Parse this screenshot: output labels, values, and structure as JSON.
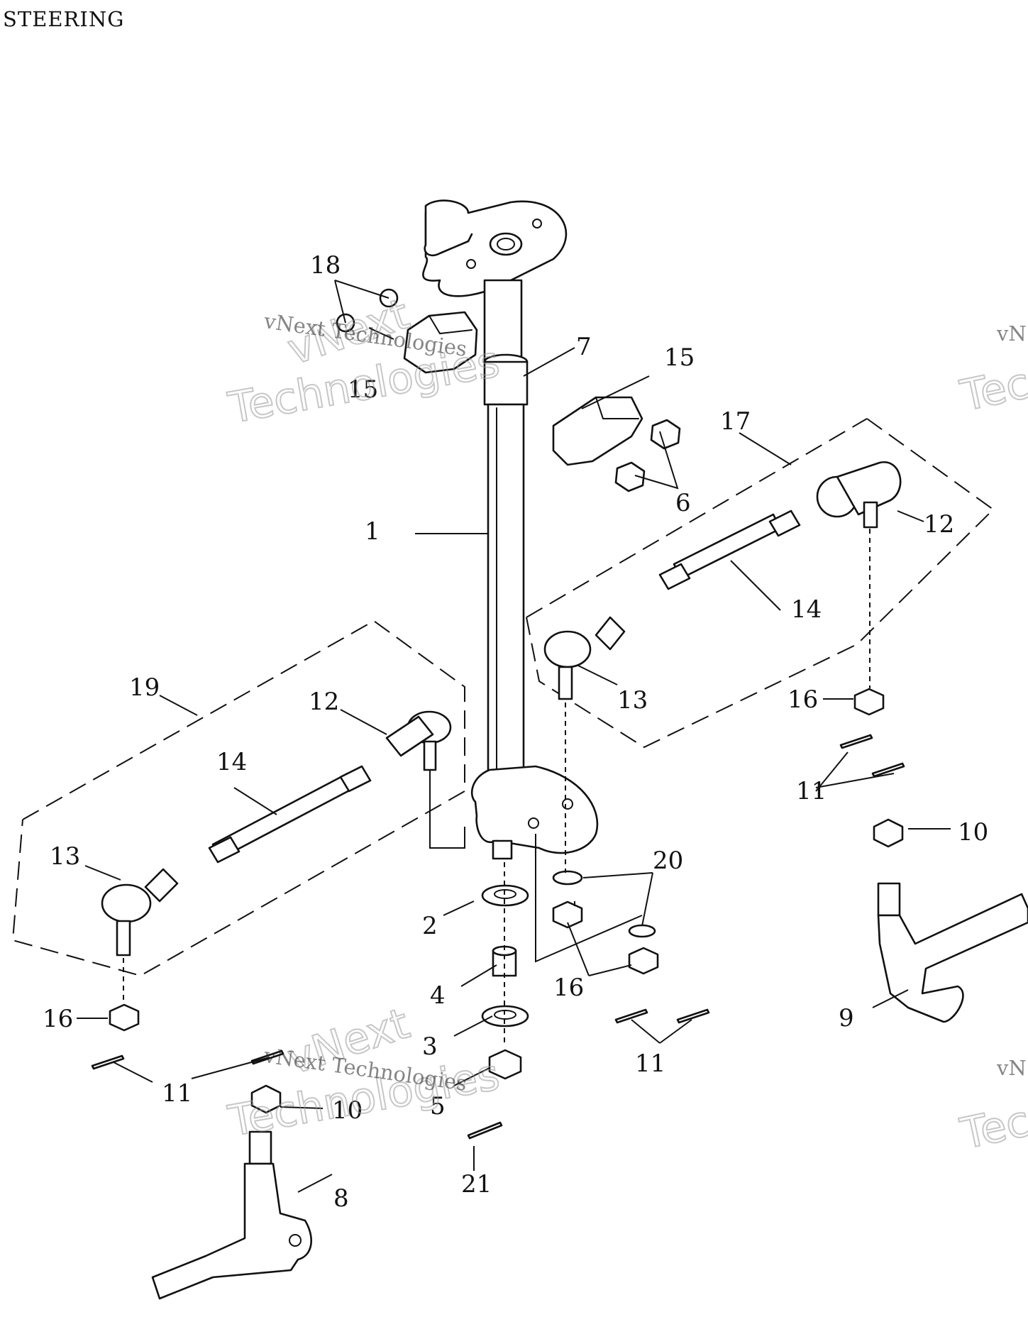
{
  "title": "STEERING",
  "watermark": {
    "line": "vNext Technologies",
    "big_top": "vNext",
    "big_bottom": "Technologies",
    "edge_small": "vN",
    "edge_big": "Tec"
  },
  "callouts": {
    "c1": "1",
    "c2": "2",
    "c3": "3",
    "c4": "4",
    "c5": "5",
    "c6": "6",
    "c7": "7",
    "c8": "8",
    "c9": "9",
    "c10a": "10",
    "c10b": "10",
    "c11a": "11",
    "c11b": "11",
    "c11c": "11",
    "c12a": "12",
    "c12b": "12",
    "c13a": "13",
    "c13b": "13",
    "c14a": "14",
    "c14b": "14",
    "c15a": "15",
    "c15b": "15",
    "c16a": "16",
    "c16b": "16",
    "c16c": "16",
    "c17": "17",
    "c18": "18",
    "c19": "19",
    "c20": "20",
    "c21": "21"
  }
}
